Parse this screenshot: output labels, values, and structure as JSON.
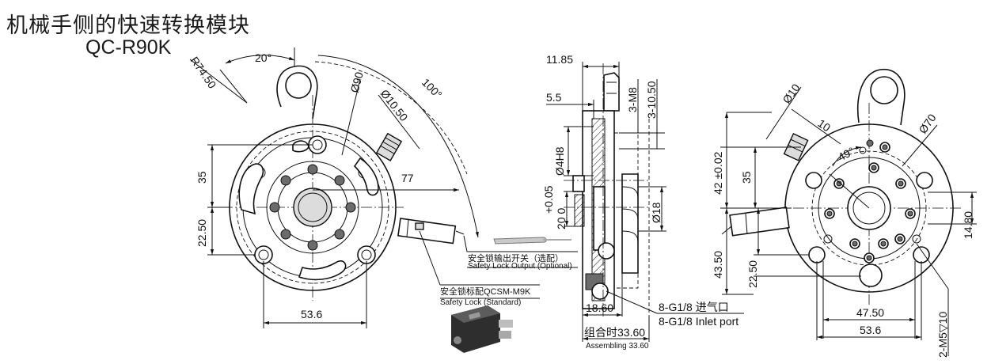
{
  "title": {
    "name_cn": "机械手侧的快速转换模块",
    "model": "QC-R90K"
  },
  "front_view": {
    "dims": {
      "angle_20": "20°",
      "r74": "R74.50",
      "phi90": "Ø90",
      "phi10_50": "Ø10.50",
      "angle_100": "100°",
      "d77": "77",
      "d35": "35",
      "d22_50": "22.50",
      "d53_6": "53.6"
    },
    "notes": {
      "optional_cn": "安全锁输出开关（选配）",
      "optional_en": "Safety Lock Output (Optional)",
      "standard_cn": "安全锁标配QCSM-M9K",
      "standard_en": "Safety Lock (Standard)"
    }
  },
  "side_view": {
    "dims": {
      "d11_85": "11.85",
      "d5_5": "5.5",
      "m8": "3-M8",
      "d10_50": "3-10.50",
      "phi4h8": "Ø4H8",
      "tol_upper": "+0.05",
      "tol_base": "20 0",
      "phi18": "Ø18",
      "d18_60": "18.60",
      "assembly_cn": "组合时33.60",
      "assembly_en": "Assembling 33.60"
    },
    "ports": {
      "cn": "8-G1/8 进气口",
      "en": "8-G1/8 Inlet port"
    }
  },
  "rear_view": {
    "dims": {
      "phi10": "Ø10",
      "d10": "10",
      "phi70": "Ø70",
      "angle_49": "49°",
      "d42": "42 ±0.02",
      "d35": "35",
      "d43_50": "43.50",
      "d22_50": "22.50",
      "d14_80": "14.80",
      "d47_50": "47.50",
      "d53_6": "53.6",
      "m5": "2-M5▽10"
    }
  }
}
